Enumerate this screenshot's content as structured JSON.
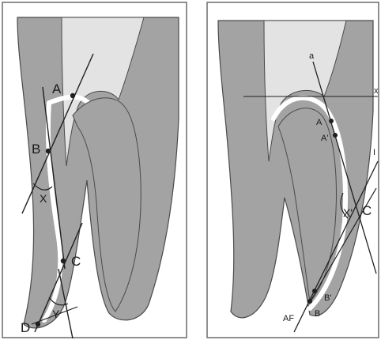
{
  "figure": {
    "colors": {
      "dentin": "#a3a3a3",
      "pulp": "#e3e3e3",
      "canal": "#ffffff",
      "outline": "#4a4a4a",
      "line": "#1f1f1f",
      "frame": "#6b6b6b"
    },
    "left_panel": {
      "labels": {
        "a": "A",
        "b": "B",
        "x": "X",
        "c": "C",
        "y": "Y",
        "d": "D"
      }
    },
    "right_panel": {
      "labels": {
        "a_small": "a",
        "x_axis": "x",
        "a": "A",
        "a_prime": "A'",
        "x_prime": "X'",
        "c": "C",
        "b_prime": "B'",
        "af": "AF",
        "b": "B",
        "edge_mark": "I"
      }
    }
  }
}
